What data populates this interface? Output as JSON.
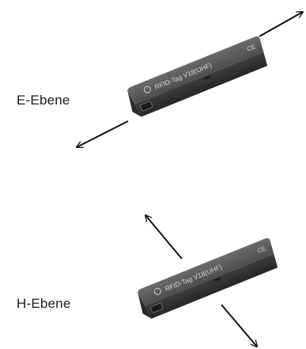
{
  "diagram": {
    "labels": {
      "e_plane": "E-Ebene",
      "h_plane": "H-Ebene"
    },
    "tag_text": "RFID-Tag V18(UHF)",
    "tag_mark": "CE",
    "colors": {
      "tag_body": "#4a4a4a",
      "tag_top": "#5c5c5c",
      "tag_side": "#2e2e2e",
      "arrow": "#111111",
      "text": "#1a1a1a"
    }
  }
}
